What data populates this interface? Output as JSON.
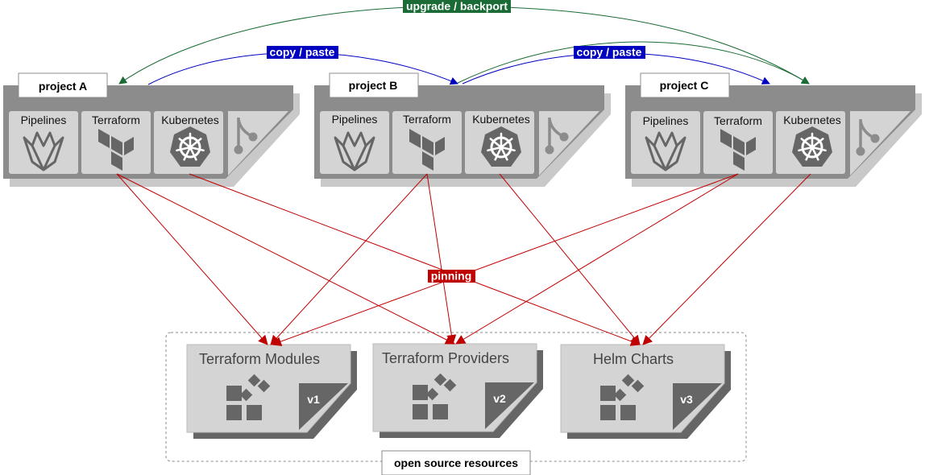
{
  "labels": {
    "upgrade": "upgrade / backport",
    "copy_left": "copy / paste",
    "copy_right": "copy / paste",
    "pinning": "pinning",
    "group": "open source resources"
  },
  "projects": [
    {
      "name": "project A",
      "tools": [
        "Pipelines",
        "Terraform",
        "Kubernetes"
      ]
    },
    {
      "name": "project B",
      "tools": [
        "Pipelines",
        "Terraform",
        "Kubernetes"
      ]
    },
    {
      "name": "project C",
      "tools": [
        "Pipelines",
        "Terraform",
        "Kubernetes"
      ]
    }
  ],
  "resources": [
    {
      "title": "Terraform Modules",
      "version": "v1"
    },
    {
      "title": "Terraform Providers",
      "version": "v2"
    },
    {
      "title": "Helm Charts",
      "version": "v3"
    }
  ],
  "colors": {
    "upgrade": "#1a6b35",
    "copy": "#0000c0",
    "pinning": "#c00000",
    "panel": "#8c8c8c",
    "tile": "#d4d4d4",
    "shadow": "#c9c9c9",
    "icon": "#666666"
  },
  "icons": [
    "gitlab-icon",
    "terraform-icon",
    "kubernetes-icon",
    "git-branch-icon",
    "module-blocks-icon"
  ]
}
